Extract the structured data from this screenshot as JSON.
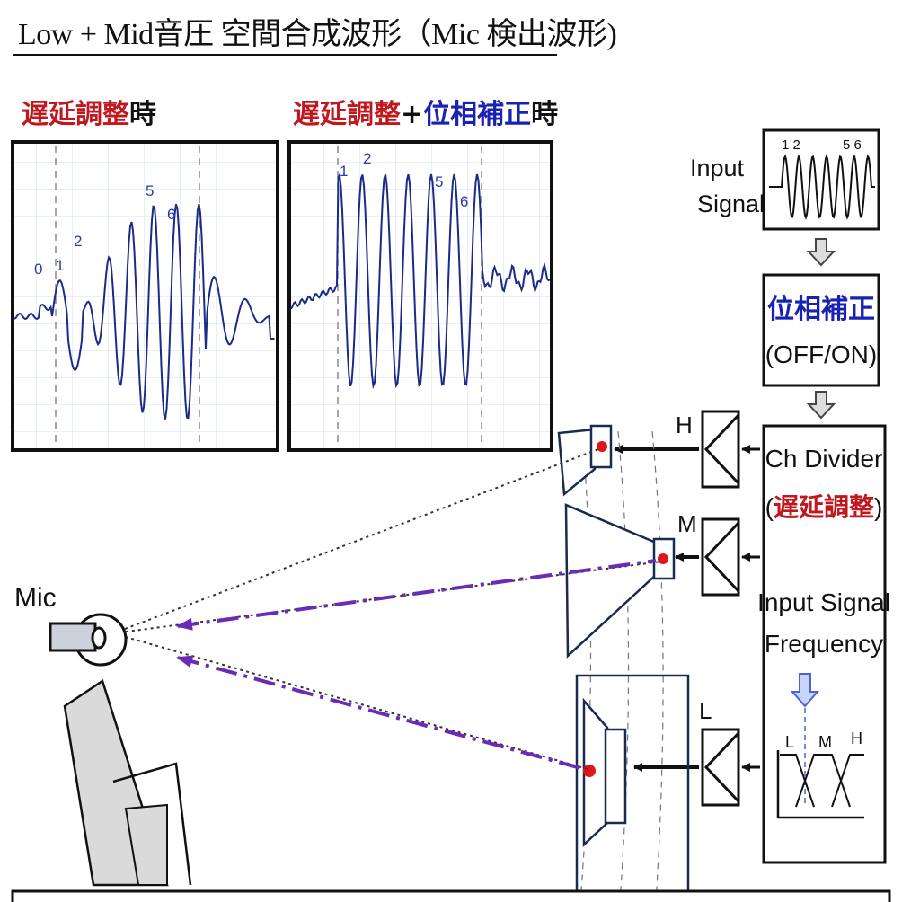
{
  "title": "Low + Mid音圧 空間合成波形（Mic 検出波形)",
  "left_header": {
    "part1": "遅延調整",
    "part2": "時"
  },
  "right_header": {
    "part1": "遅延調整",
    "plus": "+",
    "part2": "位相補正",
    "part3": "時"
  },
  "left_plot": {
    "labels": [
      "0",
      "1",
      "2",
      "5",
      "6"
    ]
  },
  "right_plot": {
    "labels": [
      "1",
      "2",
      "5",
      "6"
    ]
  },
  "input_signal": {
    "label_line1": "Input",
    "label_line2": "Signal",
    "peaks": [
      "1 2",
      "5 6"
    ]
  },
  "phase_box": {
    "line1": "位相補正",
    "line2": "(OFF/ON)"
  },
  "ch_divider": {
    "line1": "Ch Divider",
    "paren_open": "(",
    "delay": "遅延調整",
    "paren_close": ")",
    "line3": "Input Signal",
    "line4": "Frequency"
  },
  "freq_bands": {
    "low": "L",
    "mid": "M",
    "high": "H"
  },
  "channels": {
    "high": "H",
    "mid": "M",
    "low": "L"
  },
  "mic_label": "Mic",
  "colors": {
    "red": "#c0181e",
    "blue": "#1a22b4",
    "purple": "#6a2bb8",
    "wave": "#1c2a8a",
    "accent_blue": "#4a62d8"
  }
}
